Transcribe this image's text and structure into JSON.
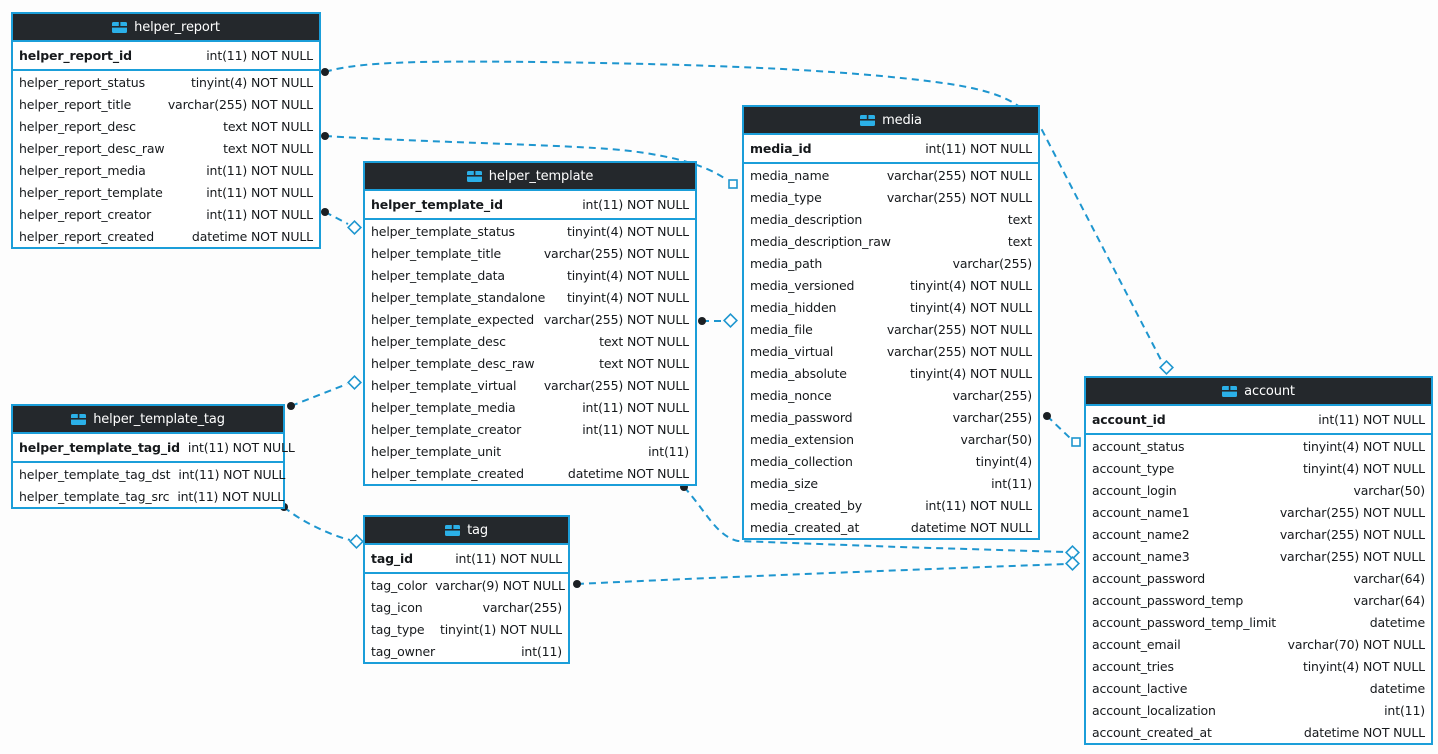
{
  "diagram": {
    "colors": {
      "table_border": "#1b9ed9",
      "header_background": "#24282c",
      "header_text": "#ffffff",
      "relation_line": "#1e96cf",
      "endpoint_dot": "#1b1f23",
      "row_text": "#16191c"
    },
    "tables": {
      "helper_report": {
        "title": "helper_report",
        "primary_key": [
          {
            "field": "helper_report_id",
            "type": "int(11) NOT NULL"
          }
        ],
        "columns": [
          {
            "field": "helper_report_status",
            "type": "tinyint(4) NOT NULL"
          },
          {
            "field": "helper_report_title",
            "type": "varchar(255) NOT NULL"
          },
          {
            "field": "helper_report_desc",
            "type": "text NOT NULL"
          },
          {
            "field": "helper_report_desc_raw",
            "type": "text NOT NULL"
          },
          {
            "field": "helper_report_media",
            "type": "int(11) NOT NULL"
          },
          {
            "field": "helper_report_template",
            "type": "int(11) NOT NULL"
          },
          {
            "field": "helper_report_creator",
            "type": "int(11) NOT NULL"
          },
          {
            "field": "helper_report_created",
            "type": "datetime NOT NULL"
          }
        ]
      },
      "helper_template": {
        "title": "helper_template",
        "primary_key": [
          {
            "field": "helper_template_id",
            "type": "int(11) NOT NULL"
          }
        ],
        "columns": [
          {
            "field": "helper_template_status",
            "type": "tinyint(4) NOT NULL"
          },
          {
            "field": "helper_template_title",
            "type": "varchar(255) NOT NULL"
          },
          {
            "field": "helper_template_data",
            "type": "tinyint(4) NOT NULL"
          },
          {
            "field": "helper_template_standalone",
            "type": "tinyint(4) NOT NULL"
          },
          {
            "field": "helper_template_expected",
            "type": "varchar(255) NOT NULL"
          },
          {
            "field": "helper_template_desc",
            "type": "text NOT NULL"
          },
          {
            "field": "helper_template_desc_raw",
            "type": "text NOT NULL"
          },
          {
            "field": "helper_template_virtual",
            "type": "varchar(255) NOT NULL"
          },
          {
            "field": "helper_template_media",
            "type": "int(11) NOT NULL"
          },
          {
            "field": "helper_template_creator",
            "type": "int(11) NOT NULL"
          },
          {
            "field": "helper_template_unit",
            "type": "int(11)"
          },
          {
            "field": "helper_template_created",
            "type": "datetime NOT NULL"
          }
        ]
      },
      "helper_template_tag": {
        "title": "helper_template_tag",
        "primary_key": [
          {
            "field": "helper_template_tag_id",
            "type": "int(11) NOT NULL"
          }
        ],
        "columns": [
          {
            "field": "helper_template_tag_dst",
            "type": "int(11) NOT NULL"
          },
          {
            "field": "helper_template_tag_src",
            "type": "int(11) NOT NULL"
          }
        ]
      },
      "tag": {
        "title": "tag",
        "primary_key": [
          {
            "field": "tag_id",
            "type": "int(11) NOT NULL"
          }
        ],
        "columns": [
          {
            "field": "tag_color",
            "type": "varchar(9) NOT NULL"
          },
          {
            "field": "tag_icon",
            "type": "varchar(255)"
          },
          {
            "field": "tag_type",
            "type": "tinyint(1) NOT NULL"
          },
          {
            "field": "tag_owner",
            "type": "int(11)"
          }
        ]
      },
      "media": {
        "title": "media",
        "primary_key": [
          {
            "field": "media_id",
            "type": "int(11) NOT NULL"
          }
        ],
        "columns": [
          {
            "field": "media_name",
            "type": "varchar(255) NOT NULL"
          },
          {
            "field": "media_type",
            "type": "varchar(255) NOT NULL"
          },
          {
            "field": "media_description",
            "type": "text"
          },
          {
            "field": "media_description_raw",
            "type": "text"
          },
          {
            "field": "media_path",
            "type": "varchar(255)"
          },
          {
            "field": "media_versioned",
            "type": "tinyint(4) NOT NULL"
          },
          {
            "field": "media_hidden",
            "type": "tinyint(4) NOT NULL"
          },
          {
            "field": "media_file",
            "type": "varchar(255) NOT NULL"
          },
          {
            "field": "media_virtual",
            "type": "varchar(255) NOT NULL"
          },
          {
            "field": "media_absolute",
            "type": "tinyint(4) NOT NULL"
          },
          {
            "field": "media_nonce",
            "type": "varchar(255)"
          },
          {
            "field": "media_password",
            "type": "varchar(255)"
          },
          {
            "field": "media_extension",
            "type": "varchar(50)"
          },
          {
            "field": "media_collection",
            "type": "tinyint(4)"
          },
          {
            "field": "media_size",
            "type": "int(11)"
          },
          {
            "field": "media_created_by",
            "type": "int(11) NOT NULL"
          },
          {
            "field": "media_created_at",
            "type": "datetime NOT NULL"
          }
        ]
      },
      "account": {
        "title": "account",
        "primary_key": [
          {
            "field": "account_id",
            "type": "int(11) NOT NULL"
          }
        ],
        "columns": [
          {
            "field": "account_status",
            "type": "tinyint(4) NOT NULL"
          },
          {
            "field": "account_type",
            "type": "tinyint(4) NOT NULL"
          },
          {
            "field": "account_login",
            "type": "varchar(50)"
          },
          {
            "field": "account_name1",
            "type": "varchar(255) NOT NULL"
          },
          {
            "field": "account_name2",
            "type": "varchar(255) NOT NULL"
          },
          {
            "field": "account_name3",
            "type": "varchar(255) NOT NULL"
          },
          {
            "field": "account_password",
            "type": "varchar(64)"
          },
          {
            "field": "account_password_temp",
            "type": "varchar(64)"
          },
          {
            "field": "account_password_temp_limit",
            "type": "datetime"
          },
          {
            "field": "account_email",
            "type": "varchar(70) NOT NULL"
          },
          {
            "field": "account_tries",
            "type": "tinyint(4) NOT NULL"
          },
          {
            "field": "account_lactive",
            "type": "datetime"
          },
          {
            "field": "account_localization",
            "type": "int(11)"
          },
          {
            "field": "account_created_at",
            "type": "datetime NOT NULL"
          }
        ]
      }
    },
    "relationships": [
      {
        "from": "helper_report",
        "to": "account",
        "from_marker": "dot",
        "to_marker": "diamond"
      },
      {
        "from": "helper_report",
        "to": "media",
        "from_marker": "dot",
        "to_marker": "square"
      },
      {
        "from": "helper_report",
        "to": "helper_template",
        "from_marker": "dot",
        "to_marker": "diamond"
      },
      {
        "from": "helper_template",
        "to": "media",
        "from_marker": "dot",
        "to_marker": "diamond"
      },
      {
        "from": "helper_template_tag",
        "to": "helper_template",
        "from_marker": "dot",
        "to_marker": "diamond"
      },
      {
        "from": "helper_template_tag",
        "to": "tag",
        "from_marker": "dot",
        "to_marker": "diamond"
      },
      {
        "from": "helper_template",
        "to": "account",
        "from_marker": "dot",
        "to_marker": "diamond"
      },
      {
        "from": "tag",
        "to": "account",
        "from_marker": "dot",
        "to_marker": "diamond"
      },
      {
        "from": "media",
        "to": "account",
        "from_marker": "dot",
        "to_marker": "square"
      }
    ]
  }
}
